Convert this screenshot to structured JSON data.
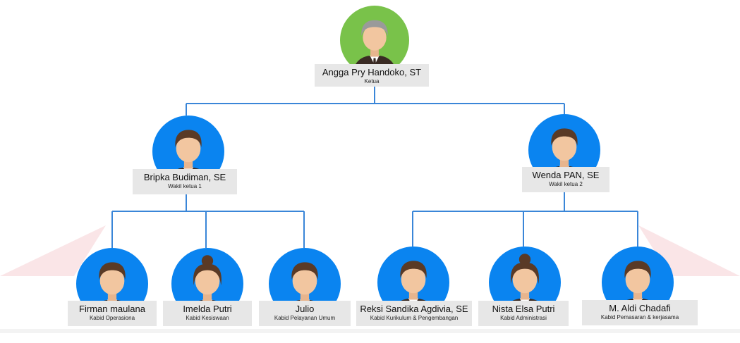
{
  "org_chart": {
    "colors": {
      "connector": "#3a86d8",
      "leader_circle": "#79c24a",
      "member_circle": "#0a84f0",
      "label_bg": "#e7e7e7",
      "watermark": "#f6cfd3"
    },
    "leader": {
      "name": "Angga Pry Handoko, ST",
      "role": "Ketua",
      "avatar": "elder-man-icon"
    },
    "deputies": [
      {
        "name": "Bripka Budiman, SE",
        "role": "Wakil ketua 1",
        "avatar": "man-icon",
        "members": [
          {
            "name": "Firman maulana",
            "role": "Kabid Operasiona",
            "avatar": "man-icon"
          },
          {
            "name": "Imelda Putri",
            "role": "Kabid Kesiswaan",
            "avatar": "woman-icon"
          },
          {
            "name": "Julio",
            "role": "Kabid Pelayanan Umum",
            "avatar": "man-icon"
          }
        ]
      },
      {
        "name": "Wenda PAN, SE",
        "role": "Wakil ketua 2",
        "avatar": "man-icon",
        "members": [
          {
            "name": "Reksi Sandika Agdivia, SE",
            "role": "Kabid Kurikulum & Pengembangan",
            "avatar": "man-icon"
          },
          {
            "name": "Nista Elsa Putri",
            "role": "Kabid  Administrasi",
            "avatar": "woman-icon"
          },
          {
            "name": "M. Aldi Chadafi",
            "role": "Kabid Pemasaran & kerjasama",
            "avatar": "man-icon"
          }
        ]
      }
    ]
  }
}
